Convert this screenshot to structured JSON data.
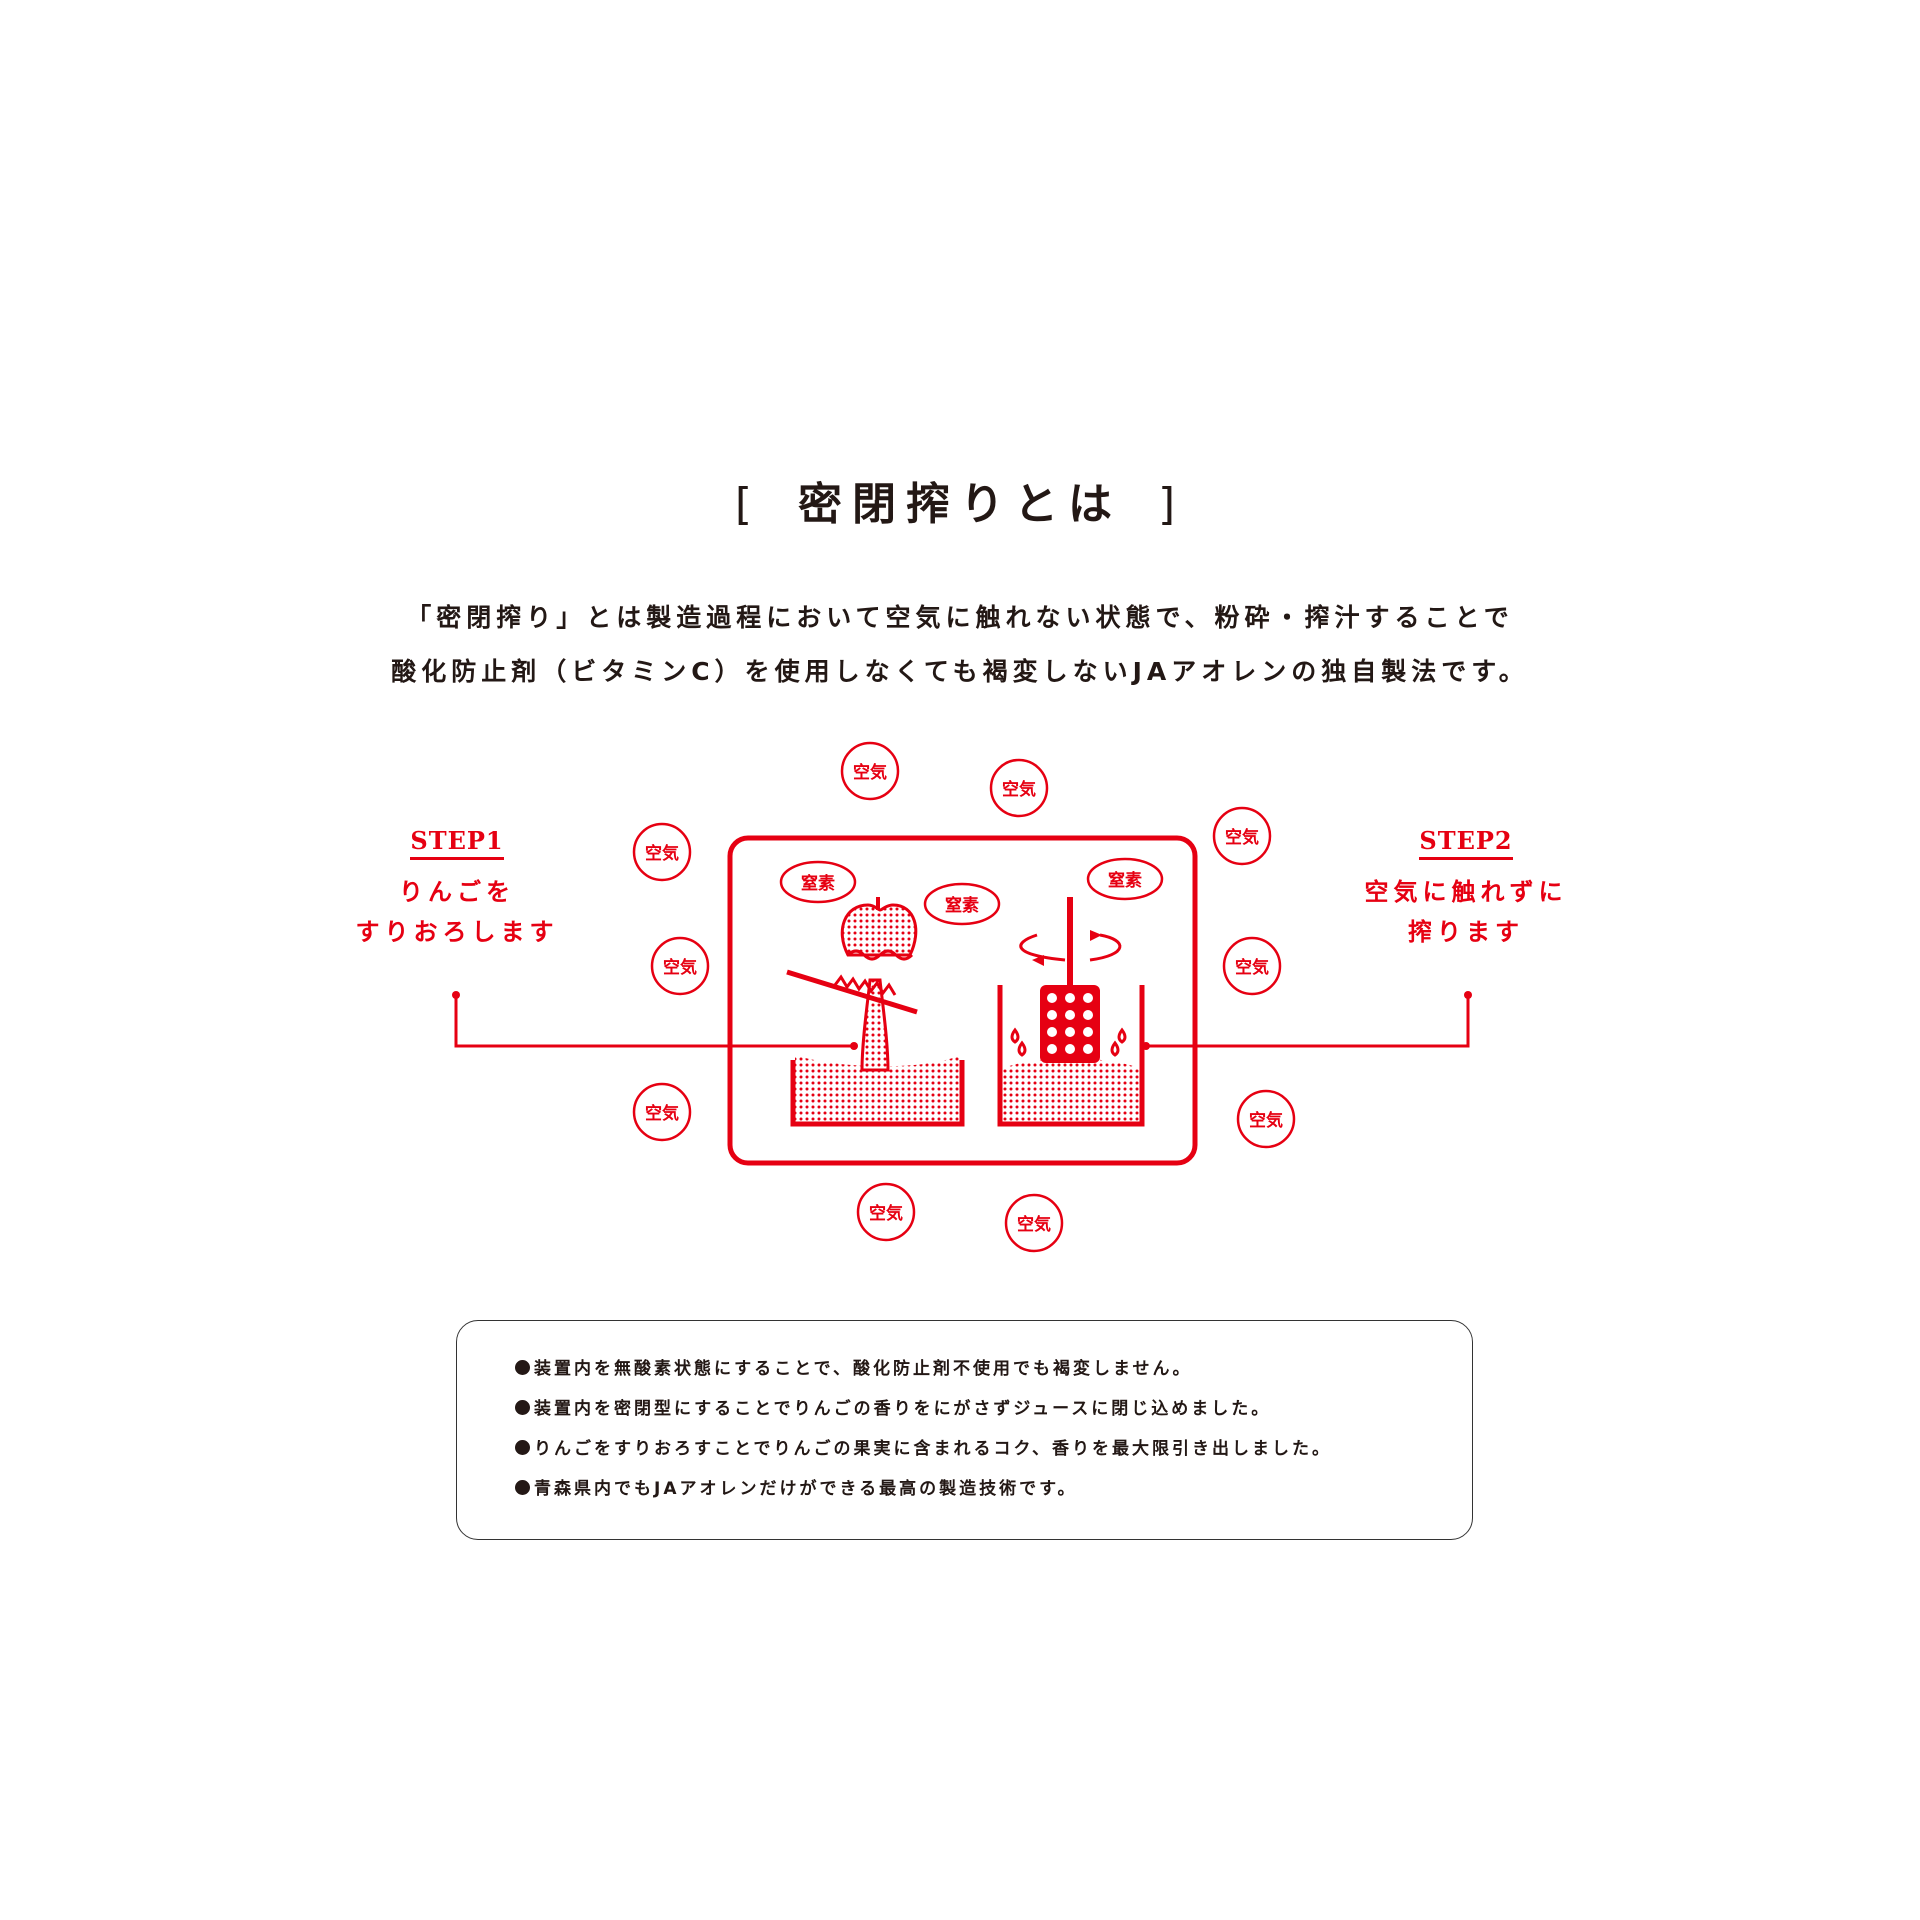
{
  "title": {
    "bracket_open": "[",
    "text": "密閉搾りとは",
    "bracket_close": "]"
  },
  "intro": {
    "line1": "「密閉搾り」とは製造過程において空気に触れない状態で、粉砕・搾汁することで",
    "line2": "酸化防止剤（ビタミンC）を使用しなくても褐変しないJAアオレンの独自製法です。"
  },
  "step1": {
    "label": "STEP1",
    "line1": "りんごを",
    "line2": "すりおろします"
  },
  "step2": {
    "label": "STEP2",
    "line1": "空気に触れずに",
    "line2": "搾ります"
  },
  "diagram": {
    "air_label": "空気",
    "nitrogen_label": "窒素",
    "accent_color": "#e60012"
  },
  "notes": [
    "装置内を無酸素状態にすることで、酸化防止剤不使用でも褐変しません。",
    "装置内を密閉型にすることでりんごの香りをにがさずジュースに閉じ込めました。",
    "りんごをすりおろすことでりんごの果実に含まれるコク、香りを最大限引き出しました。",
    "青森県内でもJAアオレンだけができる最高の製造技術です。"
  ]
}
